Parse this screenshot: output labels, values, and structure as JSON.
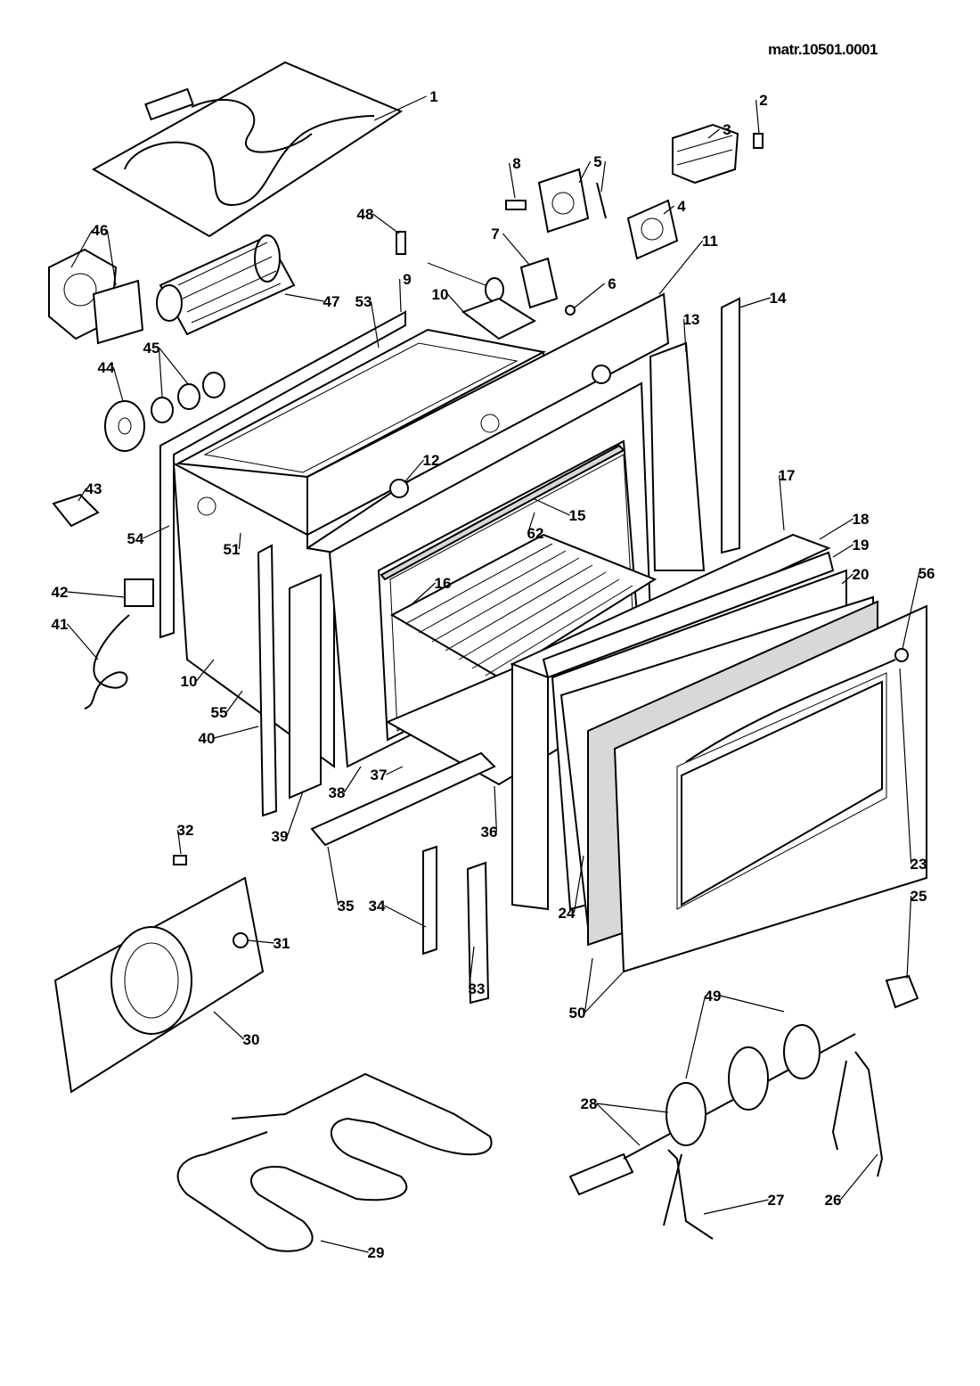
{
  "reference_code": "matr.10501.0001",
  "labels": [
    "1",
    "2",
    "3",
    "4",
    "5",
    "8",
    "7",
    "6",
    "48",
    "46",
    "47",
    "53",
    "9",
    "10",
    "11",
    "13",
    "14",
    "45",
    "44",
    "12",
    "15",
    "62",
    "43",
    "54",
    "51",
    "17",
    "18",
    "19",
    "20",
    "56",
    "16",
    "42",
    "41",
    "10",
    "55",
    "40",
    "37",
    "38",
    "39",
    "36",
    "35",
    "34",
    "33",
    "32",
    "31",
    "30",
    "24",
    "23",
    "25",
    "50",
    "49",
    "28",
    "27",
    "26",
    "29"
  ]
}
